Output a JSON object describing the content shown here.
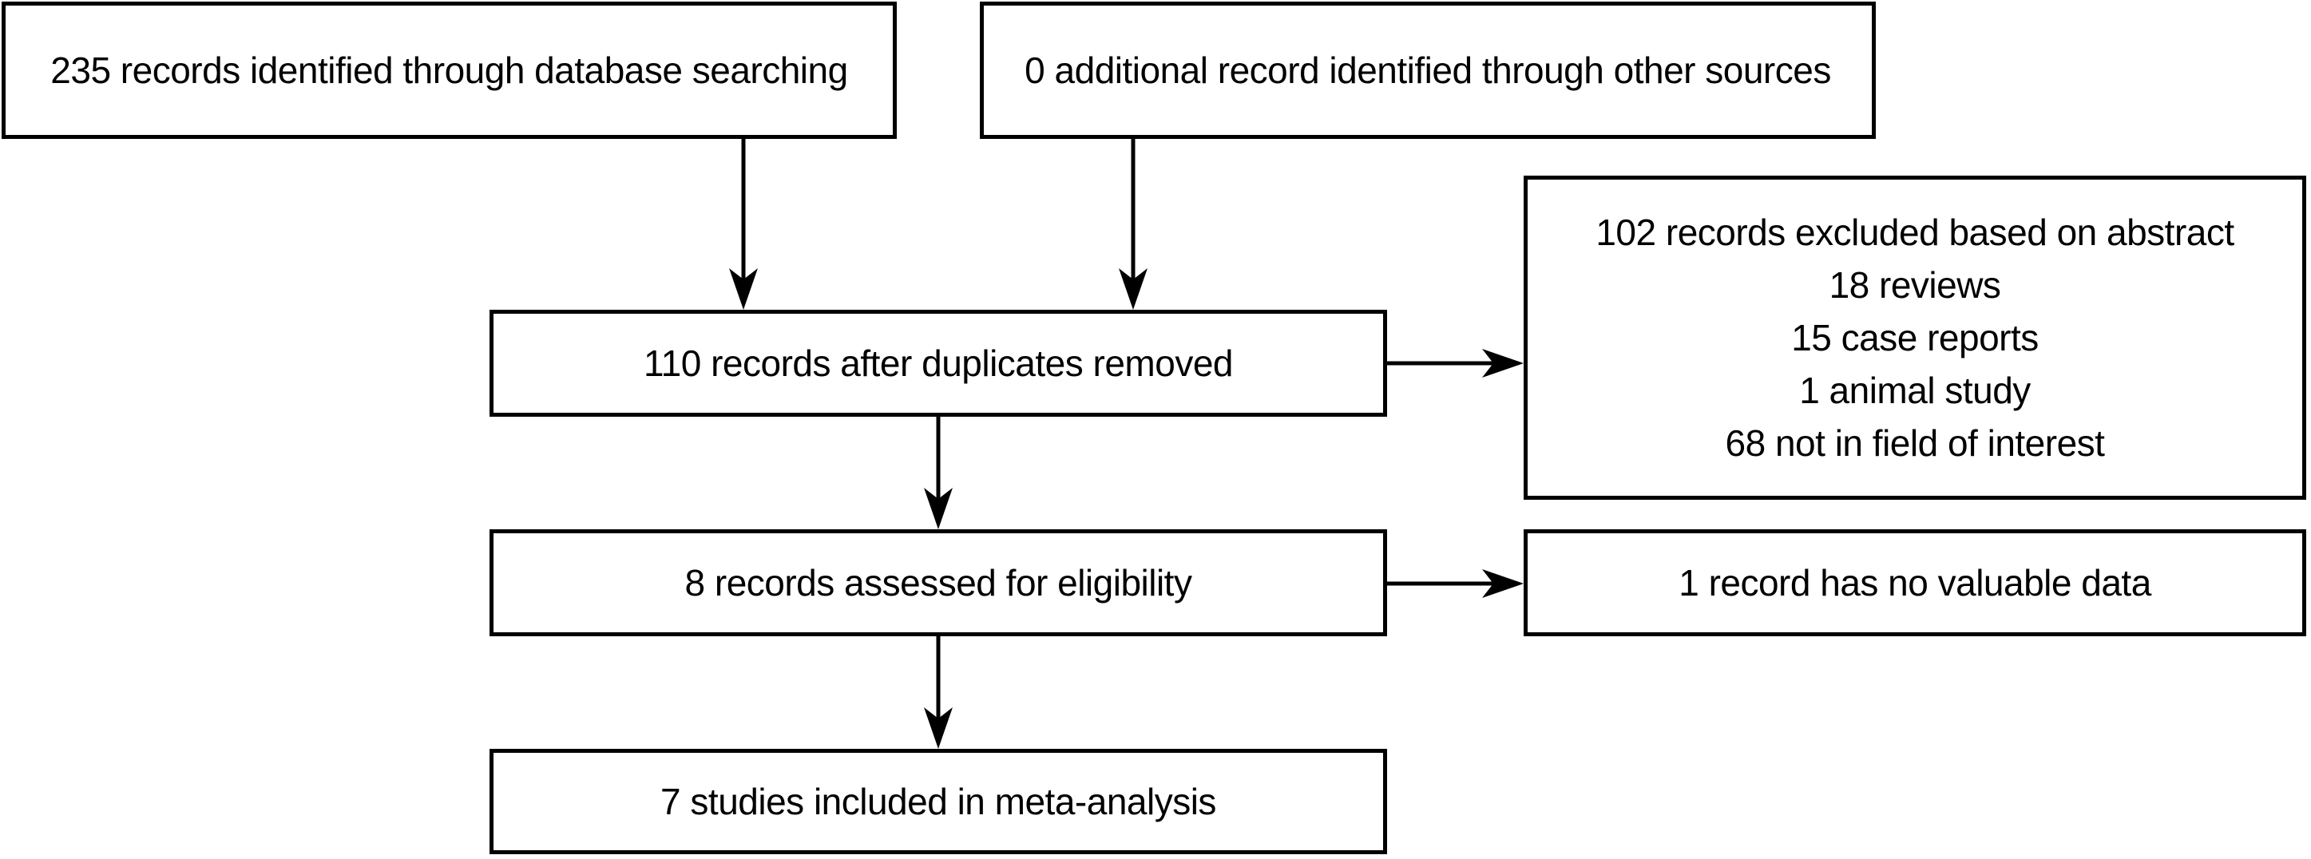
{
  "flowchart": {
    "colors": {
      "box_border": "#000000",
      "box_background": "#ffffff",
      "text": "#000000",
      "arrow": "#000000",
      "page_background": "#ffffff"
    },
    "boxes": {
      "identified": {
        "text": "235 records identified through database searching"
      },
      "additional": {
        "text": "0 additional record identified through other sources"
      },
      "deduplicated": {
        "text": "110 records after duplicates removed"
      },
      "excluded": {
        "lines": [
          "102 records excluded based on abstract",
          "18 reviews",
          "15 case reports",
          "1 animal study",
          "68 not in field of interest"
        ]
      },
      "assessed": {
        "text": "8 records assessed for eligibility"
      },
      "no_valuable_data": {
        "text": "1 record has no valuable data"
      },
      "included": {
        "text": "7 studies included in meta-analysis"
      }
    }
  }
}
